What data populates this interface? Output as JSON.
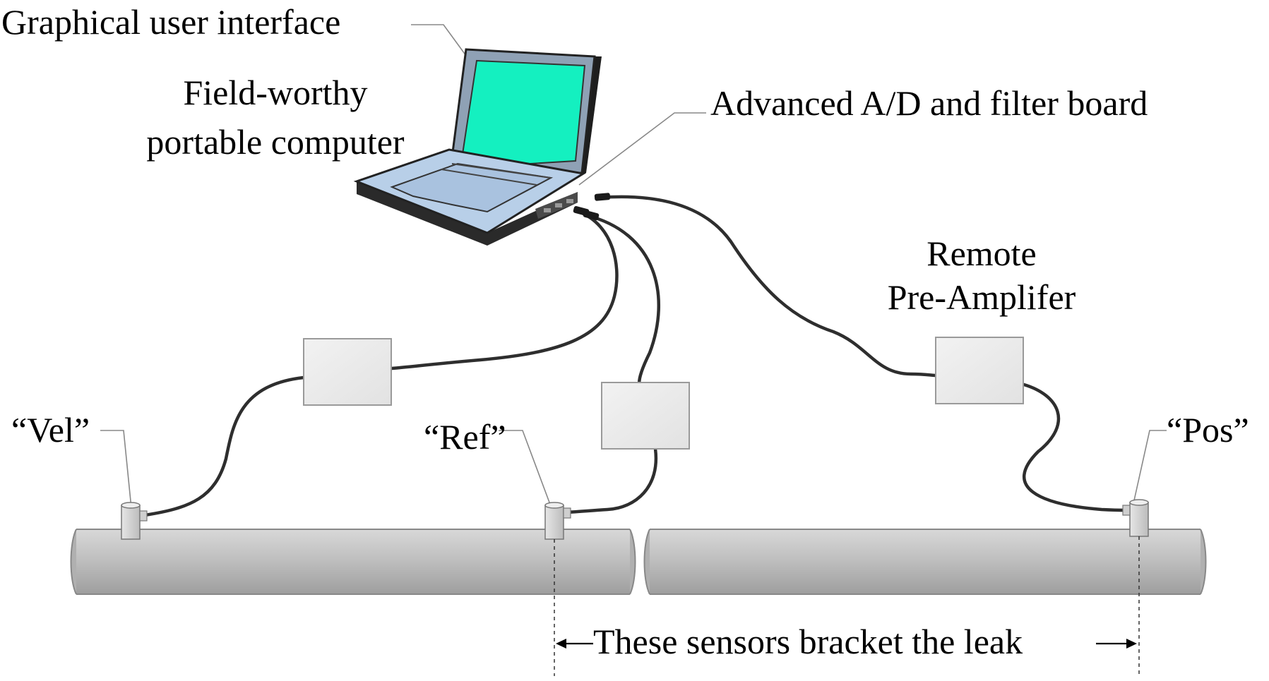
{
  "labels": {
    "gui": "Graphical user interface",
    "computer_line1": "Field-worthy",
    "computer_line2": "portable computer",
    "ad_board": "Advanced A/D and filter board",
    "preamp_line1": "Remote",
    "preamp_line2": "Pre-Amplifer",
    "vel": "“Vel”",
    "ref": "“Ref”",
    "pos": "“Pos”",
    "bracket": "These sensors bracket the leak"
  },
  "colors": {
    "screen": "#14f0c0",
    "keyboard": "#b8cfe8",
    "laptop_body": "#2a2a2a",
    "pipe": "#c4c4c4",
    "preamp_box": "#ececec",
    "cable": "#2e2e2e"
  },
  "components": {
    "laptop": "laptop-computer",
    "preamps": [
      "preamp-box-vel",
      "preamp-box-ref",
      "preamp-box-pos"
    ],
    "sensors": [
      "sensor-vel",
      "sensor-ref",
      "sensor-pos"
    ],
    "pipes": [
      "pipe-left-segment",
      "pipe-right-segment"
    ]
  }
}
